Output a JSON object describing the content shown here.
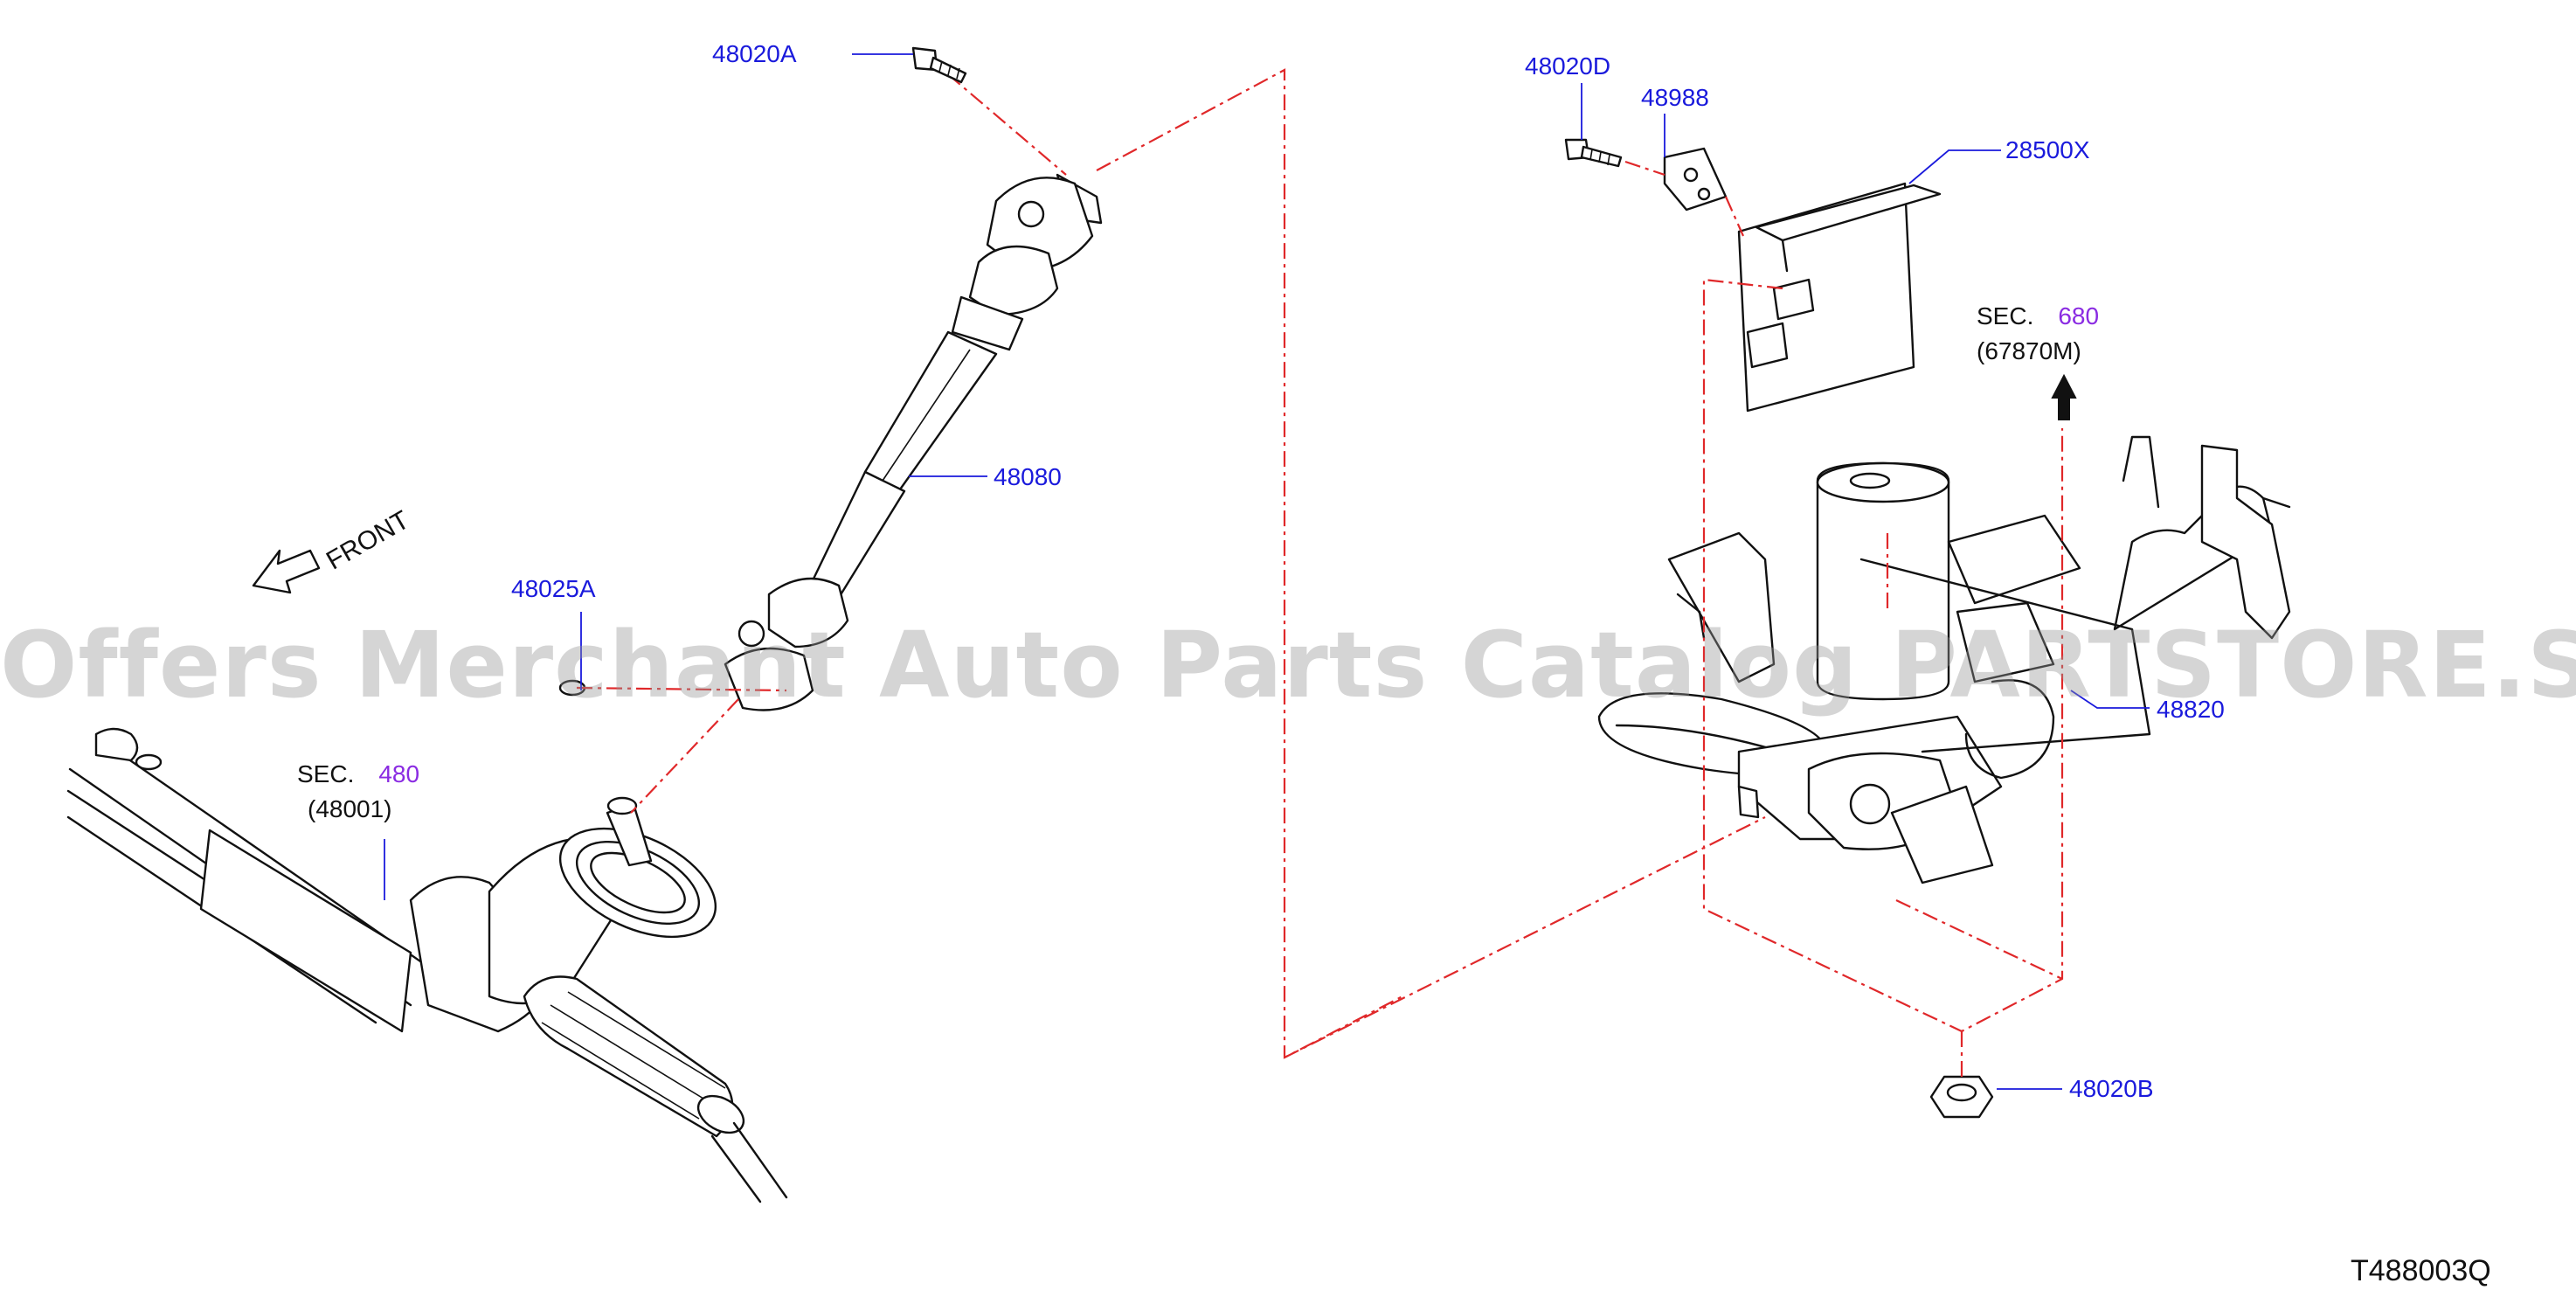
{
  "labels": {
    "p48020A": "48020A",
    "p48080": "48080",
    "p48025A": "48025A",
    "p48020D": "48020D",
    "p48988": "48988",
    "p28500X": "28500X",
    "p48820": "48820",
    "p48020B": "48020B"
  },
  "sections": {
    "rack": {
      "prefix": "SEC.",
      "number": "480",
      "sub": "(48001)"
    },
    "column": {
      "prefix": "SEC.",
      "number": "680",
      "sub": "(67870M)"
    }
  },
  "direction": {
    "label": "FRONT"
  },
  "watermark": "Offers Merchant Auto Parts Catalog PARTSTORE.SA",
  "diagram_code": "T488003Q",
  "colors": {
    "part_label": "#1a1adc",
    "section_number": "#8a2be2",
    "leader_dash": "#e0282a",
    "line_art": "#111111"
  }
}
